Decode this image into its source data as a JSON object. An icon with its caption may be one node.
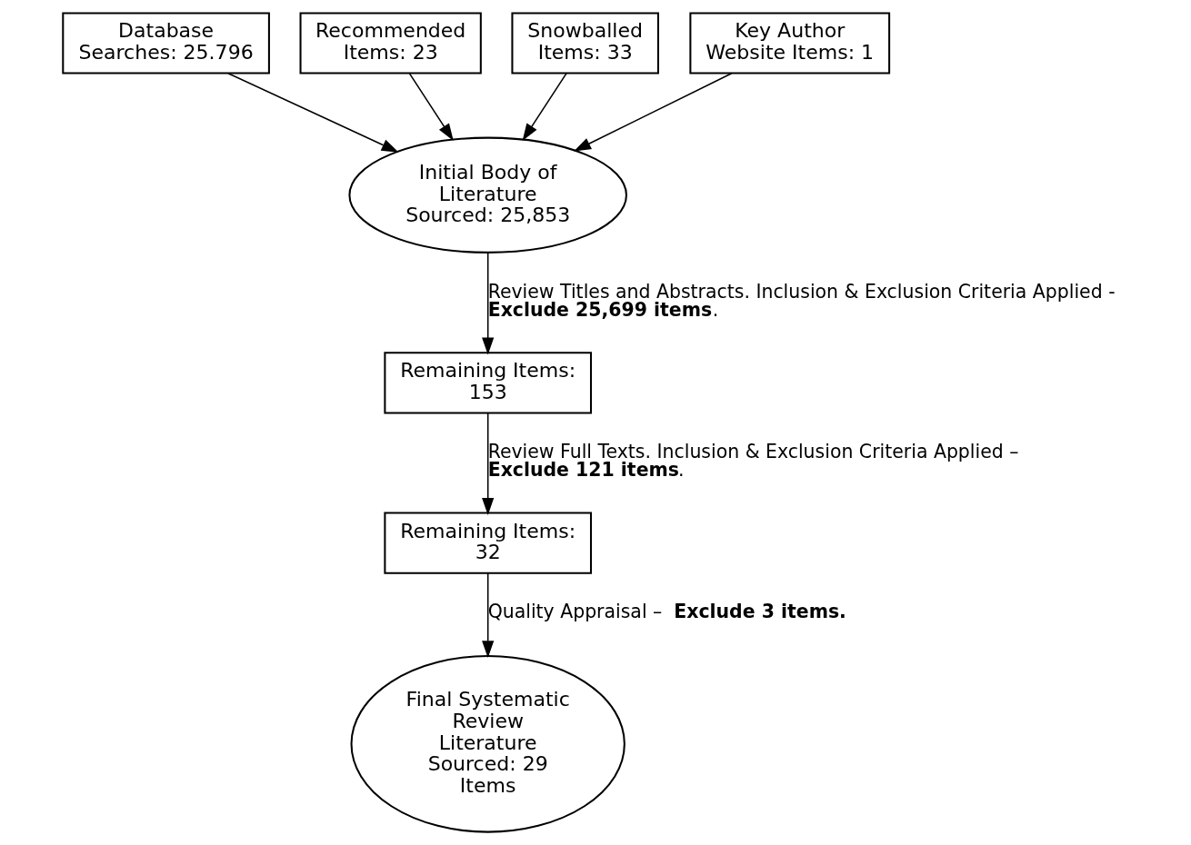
{
  "diagram": {
    "nodes": [
      {
        "text": [
          "Database Searches: 25.796"
        ]
      },
      {
        "text": [
          "Recommended Items: 23"
        ]
      },
      {
        "text": [
          "Snowballed Items: 33"
        ]
      },
      {
        "text": [
          "Key Author Website Items: 1"
        ]
      },
      {
        "text": [
          "Initial Body of Literature Sourced: 25,853"
        ]
      },
      {
        "text": [
          "Remaining Items: 153"
        ]
      },
      {
        "text": [
          "Remaining Items: 32"
        ]
      },
      {
        "text": [
          "Final Systematic Review Literature Sourced: 29 Items"
        ]
      }
    ],
    "edges": [
      {
        "from": 0,
        "to": 4,
        "arrow": "to"
      },
      {
        "from": 1,
        "to": 4,
        "arrow": "to"
      },
      {
        "from": 2,
        "to": 4,
        "arrow": "to"
      },
      {
        "from": 3,
        "to": 4,
        "arrow": "to"
      },
      {
        "from": 4,
        "to": 5,
        "arrow": "to",
        "label": "Review Titles and Abstracts. Inclusion & Exclusion Criteria Applied - **Exclude 25,699 items**."
      },
      {
        "from": 5,
        "to": 6,
        "arrow": "to",
        "label": "Review Full Texts. Inclusion & Exclusion Criteria Applied – **Exclude 121 items**."
      },
      {
        "from": 6,
        "to": 7,
        "arrow": "to",
        "label": "Quality Appraisal – **Exclude 3 items.**"
      }
    ]
  }
}
